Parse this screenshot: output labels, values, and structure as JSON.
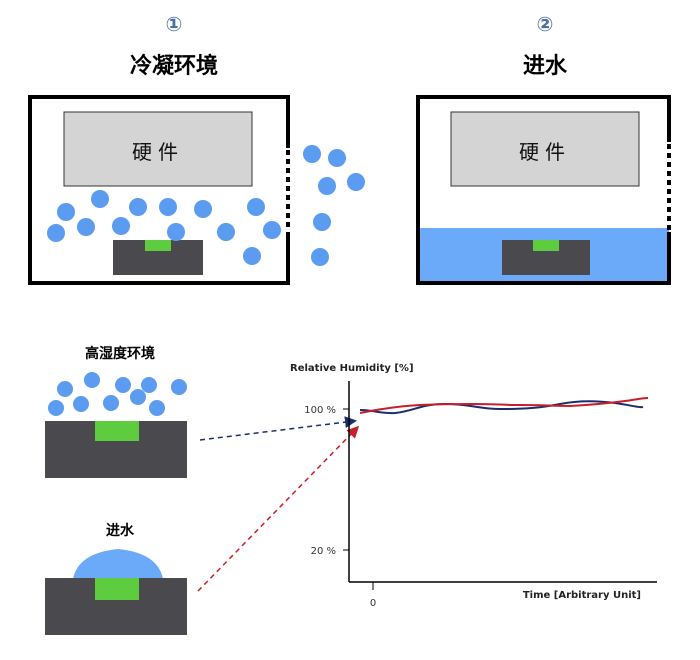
{
  "panel1": {
    "number": "①",
    "title": "冷凝环境",
    "hardware_label": "硬件"
  },
  "panel2": {
    "number": "②",
    "title": "进水",
    "hardware_label": "硬件"
  },
  "lower": {
    "high_humidity_label": "高湿度环境",
    "water_ingress_label": "进水"
  },
  "colors": {
    "droplet": "#5b9bf0",
    "water": "#6aaaf8",
    "hardware_box": "#d4d4d4",
    "device_body": "#4a4a4e",
    "sensor": "#5dcc3f",
    "humid_line": "#1c2d6b",
    "water_line": "#c81e2a"
  },
  "chart_data": {
    "type": "line",
    "ylabel": "Relative Humidity [%]",
    "xlabel": "Time [Arbitrary Unit]",
    "yticks": [
      "100 %",
      "20 %"
    ],
    "xticks": [
      "0"
    ],
    "series": [
      {
        "color": "#1c2d6b"
      },
      {
        "color": "#c81e2a"
      }
    ]
  }
}
